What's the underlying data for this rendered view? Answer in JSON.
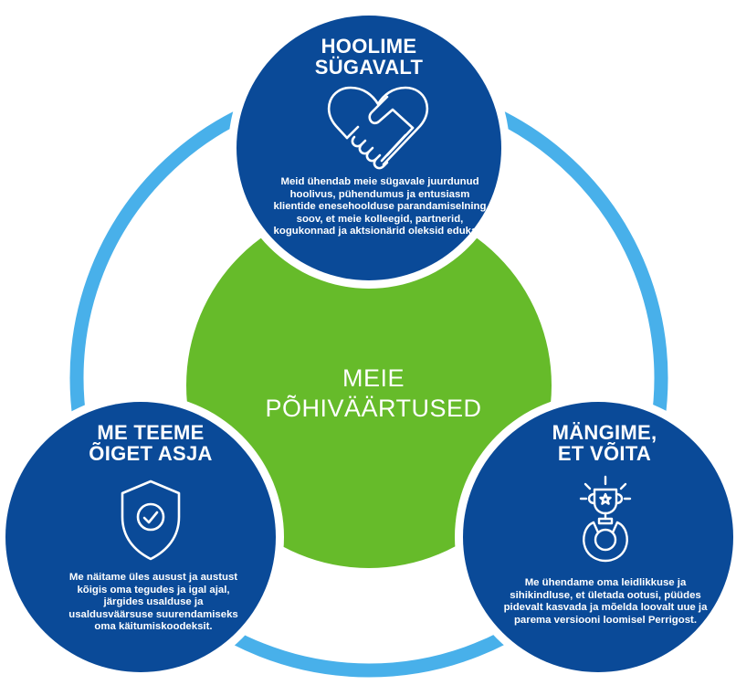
{
  "colors": {
    "circle_blue": "#0a4a98",
    "center_green": "#66bb2a",
    "ring_light_blue": "#48b0ea",
    "white": "#ffffff"
  },
  "center": {
    "title_line1": "MEIE",
    "title_line2": "PÕHIVÄÄRTUSED"
  },
  "values": [
    {
      "title_line1": "HOOLIME",
      "title_line2": "SÜGAVALT",
      "icon": "heart-handshake-icon",
      "description": "Meid ühendab meie sügavale juurdunud hoolivus, pühendumus ja entusiasm klientide enesehoolduse parandamiselning soov, et meie kolleegid, partnerid, kogukonnad ja aktsionärid oleksid edukad."
    },
    {
      "title_line1": "ME TEEME",
      "title_line2": "ÕIGET ASJA",
      "icon": "shield-check-icon",
      "description": "Me näitame üles ausust ja austust kõigis oma tegudes ja igal ajal, järgides usalduse ja usaldusväärsuse suurendamiseks oma käitumiskoodeksit."
    },
    {
      "title_line1": "MÄNGIME,",
      "title_line2": "ET VÕITA",
      "icon": "trophy-raised-icon",
      "description": "Me ühendame oma leidlikkuse ja sihikindluse, et ületada ootusi, püüdes pidevalt kasvada ja mõelda loovalt uue ja parema versiooni loomisel Perrigost."
    }
  ]
}
